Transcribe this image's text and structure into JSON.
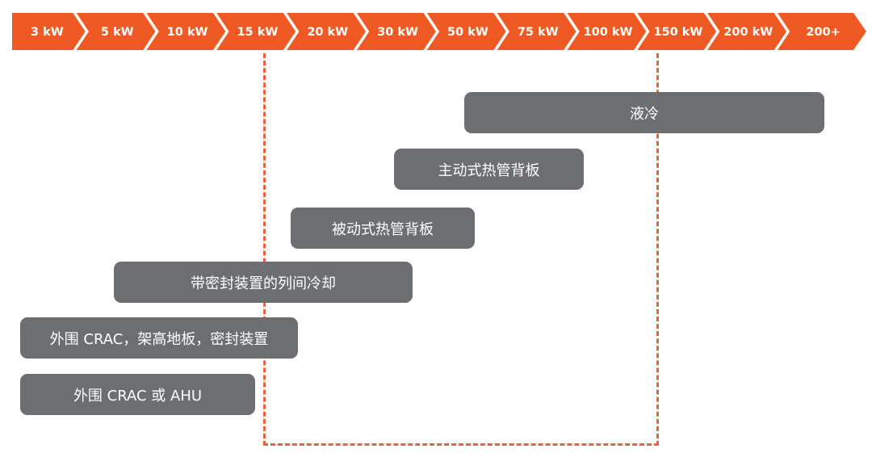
{
  "scale": {
    "color": "#ef5a24",
    "steps": [
      "3 kW",
      "5 kW",
      "10 kW",
      "15 kW",
      "20 kW",
      "30 kW",
      "50 kW",
      "75 kW",
      "100 kW",
      "150 kW",
      "200 kW",
      "200+"
    ]
  },
  "highlight": {
    "color": "#e8633a",
    "from": "15 kW",
    "to": "150 kW"
  },
  "bar_color": "#6d6e71",
  "bars": [
    {
      "label": "液冷"
    },
    {
      "label": "主动式热管背板"
    },
    {
      "label": "被动式热管背板"
    },
    {
      "label": "带密封装置的列间冷却"
    },
    {
      "label": "外围 CRAC，架高地板，密封装置"
    },
    {
      "label": "外围 CRAC 或 AHU"
    }
  ]
}
